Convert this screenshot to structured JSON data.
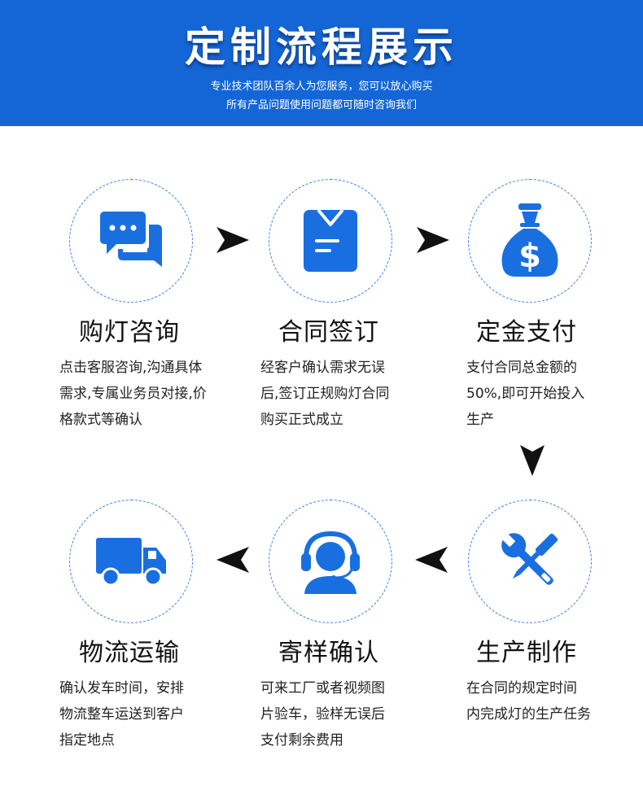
{
  "header": {
    "title": "定制流程展示",
    "subtitle_lines": [
      "专业技术团队百余人为您服务，您可以放心购买",
      "所有产品问题使用问题都可随时咨询我们"
    ]
  },
  "colors": {
    "banner": "#1466d6",
    "icon": "#1a6fe0",
    "circle_border": "#3b7fe0",
    "arrow": "#111111"
  },
  "steps": [
    {
      "title": "购灯咨询",
      "icon": "chat-icon",
      "desc": [
        "点击客服咨询,沟通具体",
        "需求,专属业务员对接,价",
        "格款式等确认"
      ]
    },
    {
      "title": "合同签订",
      "icon": "contract-icon",
      "desc": [
        "经客户确认需求无误",
        "后,签订正规购灯合同",
        "购买正式成立"
      ]
    },
    {
      "title": "定金支付",
      "icon": "money-bag-icon",
      "desc": [
        "支付合同总金额的",
        "50%,即可开始投入",
        "生产"
      ]
    },
    {
      "title": "生产制作",
      "icon": "tools-icon",
      "desc": [
        "在合同的规定时间",
        "内完成灯的生产任务"
      ]
    },
    {
      "title": "寄样确认",
      "icon": "headset-icon",
      "desc": [
        "可来工厂或者视频图",
        "片验车，验样无误后",
        "支付剩余费用"
      ]
    },
    {
      "title": "物流运输",
      "icon": "truck-icon",
      "desc": [
        "确认发车时间，安排",
        "物流整车运送到客户",
        "指定地点"
      ]
    }
  ]
}
